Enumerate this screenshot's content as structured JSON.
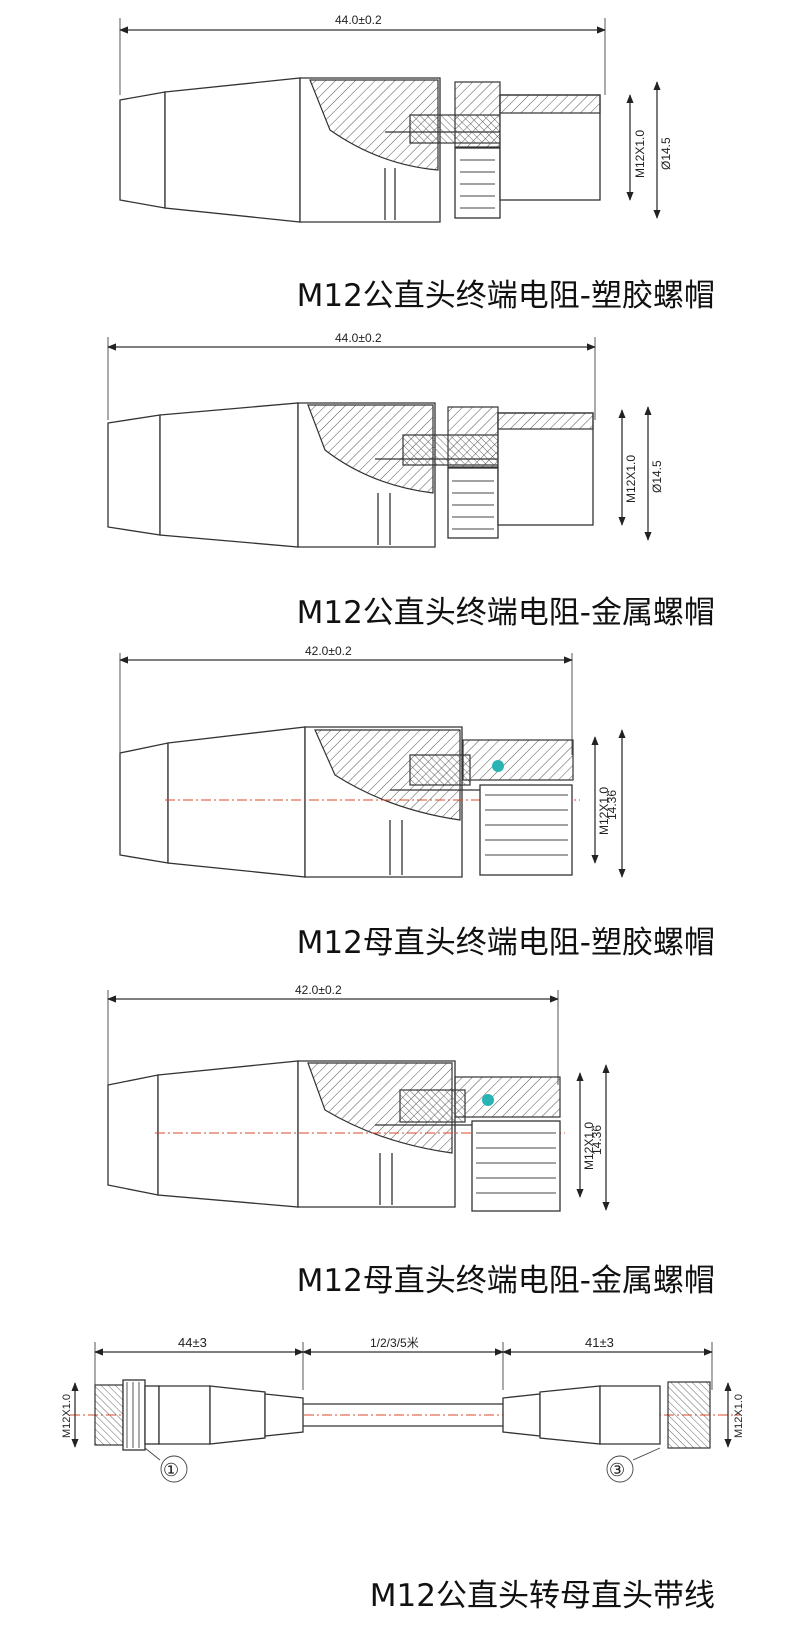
{
  "panels": [
    {
      "caption": "M12公直头终端电阻-塑胶螺帽",
      "length_dim": "44.0±0.2",
      "thread_dim": "M12X1.0",
      "dia_dim": "Ø14.5"
    },
    {
      "caption": "M12公直头终端电阻-金属螺帽",
      "length_dim": "44.0±0.2",
      "thread_dim": "M12X1.0",
      "dia_dim": "Ø14.5"
    },
    {
      "caption": "M12母直头终端电阻-塑胶螺帽",
      "length_dim": "42.0±0.2",
      "thread_dim": "M12X1.0",
      "dia_dim": "14.36"
    },
    {
      "caption": "M12母直头终端电阻-金属螺帽",
      "length_dim": "42.0±0.2",
      "thread_dim": "M12X1.0",
      "dia_dim": "14.36"
    }
  ],
  "cable": {
    "caption": "M12公直头转母直头带线",
    "left_dim": "44±3",
    "middle_dim": "1/2/3/5米",
    "right_dim": "41±3",
    "left_thread": "M12X1.0",
    "right_thread": "M12X1.0",
    "left_marker": "①",
    "right_marker": "③"
  },
  "colors": {
    "dim_line": "#333333",
    "center_line": "#d9482b",
    "marker_dot": "#2ab3b3"
  }
}
